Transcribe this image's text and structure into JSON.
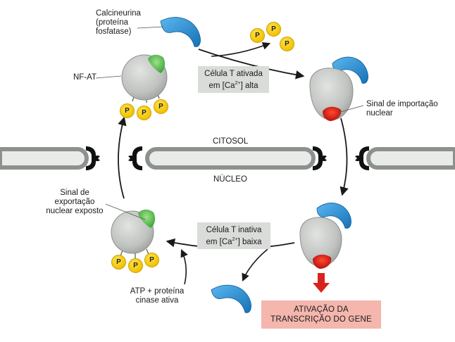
{
  "labels": {
    "calcineurin": "Calcineurina (proteína fosfatase)",
    "calcineurin_line1": "Calcineurina",
    "calcineurin_line2": "(proteína",
    "calcineurin_line3": "fosfatase)",
    "nfat": "NF-AT",
    "import_line1": "Sinal de importação",
    "import_line2": "nuclear",
    "export_line1": "Sinal de",
    "export_line2": "exportação",
    "export_line3": "nuclear exposto",
    "cytosol": "CITOSOL",
    "nucleus": "NÚCLEO",
    "atp_line1": "ATP + proteína",
    "atp_line2": "cinase ativa",
    "phosphate": "P"
  },
  "boxes": {
    "active_line1": "Célula T ativada",
    "active_line2_pre": "em [Ca",
    "active_sup": "2+",
    "active_line2_post": "] alta",
    "inactive_line1": "Célula T inativa",
    "inactive_line2_pre": "em [Ca",
    "inactive_sup": "2+",
    "inactive_line2_post": "] baixa",
    "gene_line1": "ATIVAÇÃO DA",
    "gene_line2": "TRANSCRIÇÃO DO GENE"
  },
  "colors": {
    "protein_gray": "#c4c7c4",
    "membrane_gray": "#8d918d",
    "calcineurin_blue": "#2a8fd6",
    "phosphate_yellow": "#f2c200",
    "nes_green": "#5cc24a",
    "nls_red": "#d8231c",
    "box_gray": "#d9dcd9",
    "gene_pink": "#f4b6ad",
    "arrow_red": "#d8231c"
  }
}
